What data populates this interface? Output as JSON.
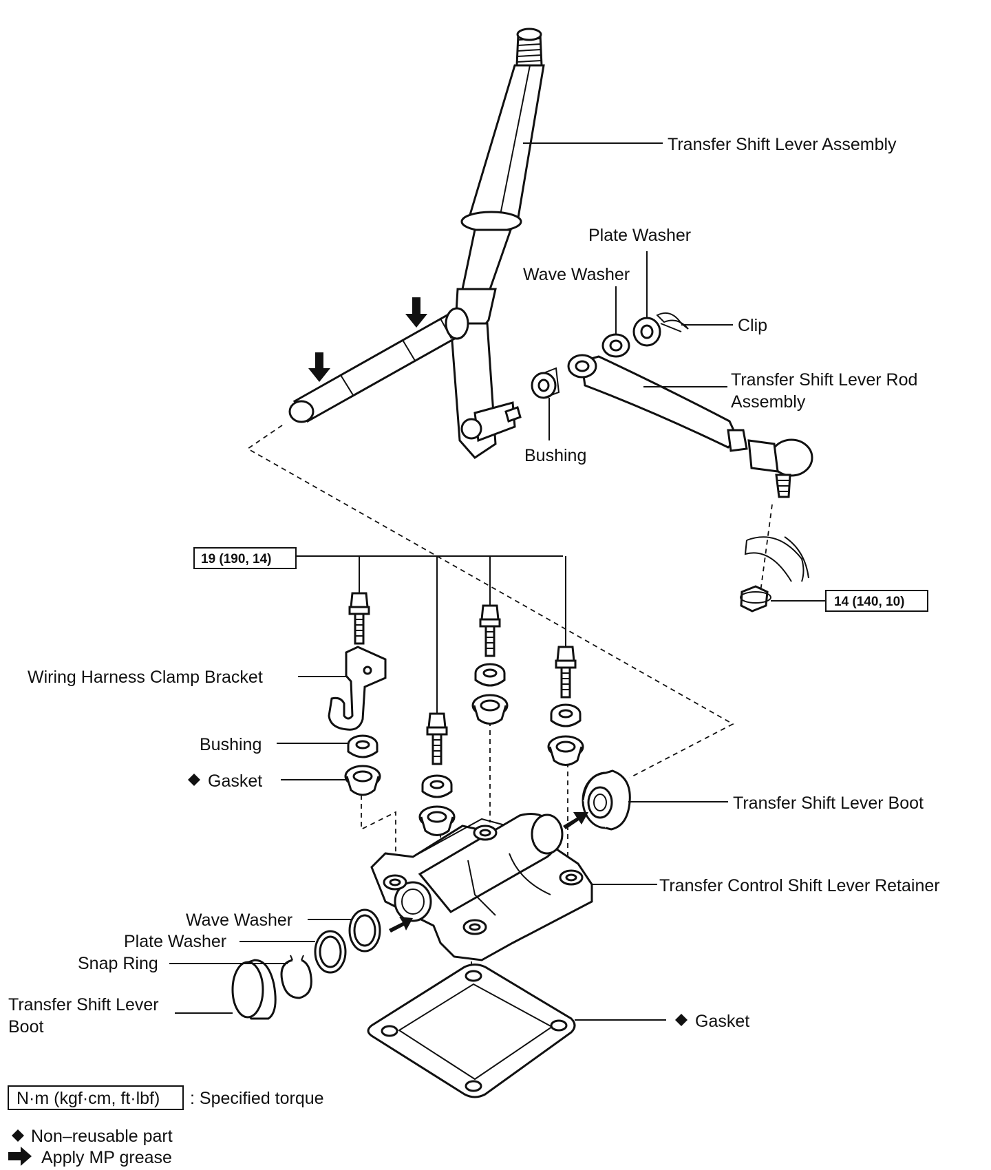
{
  "labels": {
    "shift_lever_assembly": "Transfer Shift Lever Assembly",
    "plate_washer_top": "Plate Washer",
    "wave_washer_top": "Wave Washer",
    "clip": "Clip",
    "rod_assembly_line1": "Transfer Shift Lever Rod",
    "rod_assembly_line2": "Assembly",
    "bushing_top": "Bushing",
    "wiring_bracket": "Wiring Harness Clamp Bracket",
    "bushing_left": "Bushing",
    "gasket_left": "Gasket",
    "lever_boot_right": "Transfer Shift Lever Boot",
    "retainer": "Transfer Control Shift Lever Retainer",
    "wave_washer_bottom": "Wave Washer",
    "plate_washer_bottom": "Plate Washer",
    "snap_ring": "Snap Ring",
    "lever_boot_left_line1": "Transfer Shift Lever",
    "lever_boot_left_line2": "Boot",
    "gasket_bottom": "Gasket"
  },
  "torques": {
    "retainer_bolts": "19 (190, 14)",
    "rod_nut": "14 (140, 10)"
  },
  "legend": {
    "torque_box": "N·m (kgf·cm, ft·lbf)",
    "torque_text": ": Specified torque",
    "nonreusable": "Non–reusable part",
    "grease": "Apply MP grease"
  }
}
